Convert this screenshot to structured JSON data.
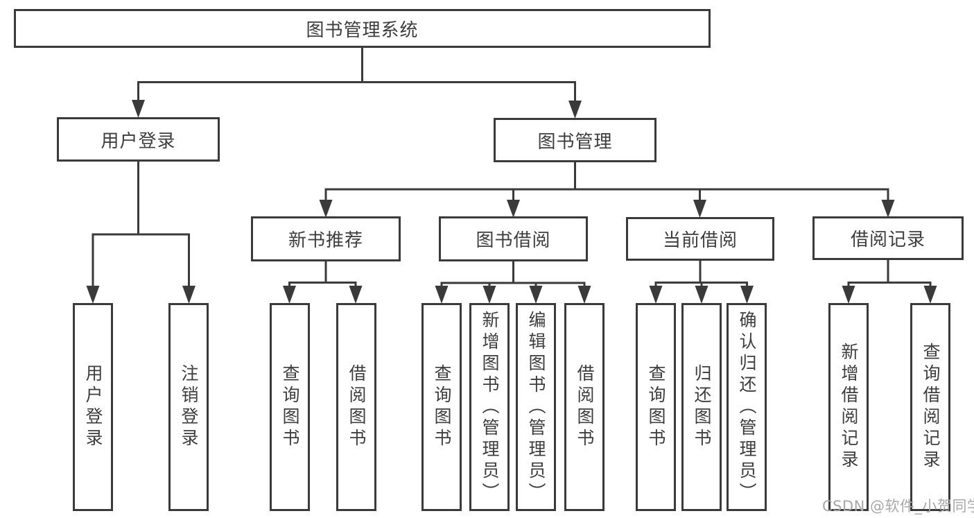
{
  "tree": {
    "label": "图书管理系统",
    "children": [
      {
        "label": "用户登录",
        "children": [
          {
            "label": "用户登录"
          },
          {
            "label": "注销登录"
          }
        ]
      },
      {
        "label": "图书管理",
        "children": [
          {
            "label": "新书推荐",
            "children": [
              {
                "label": "查询图书"
              },
              {
                "label": "借阅图书"
              }
            ]
          },
          {
            "label": "图书借阅",
            "children": [
              {
                "label": "查询图书"
              },
              {
                "label": "新增图书（管理员）"
              },
              {
                "label": "编辑图书（管理员）"
              },
              {
                "label": "借阅图书"
              }
            ]
          },
          {
            "label": "当前借阅",
            "children": [
              {
                "label": "查询图书"
              },
              {
                "label": "归还图书"
              },
              {
                "label": "确认归还（管理员）"
              }
            ]
          },
          {
            "label": "借阅记录",
            "children": [
              {
                "label": "新增借阅记录"
              },
              {
                "label": "查询借阅记录"
              }
            ]
          }
        ]
      }
    ]
  },
  "watermark": "CSDN @软件_小贺同学",
  "colors": {
    "line": "#3a3a3a",
    "text": "#3d3d3d",
    "background": "#ffffff",
    "watermark": "#a8a8a8"
  }
}
